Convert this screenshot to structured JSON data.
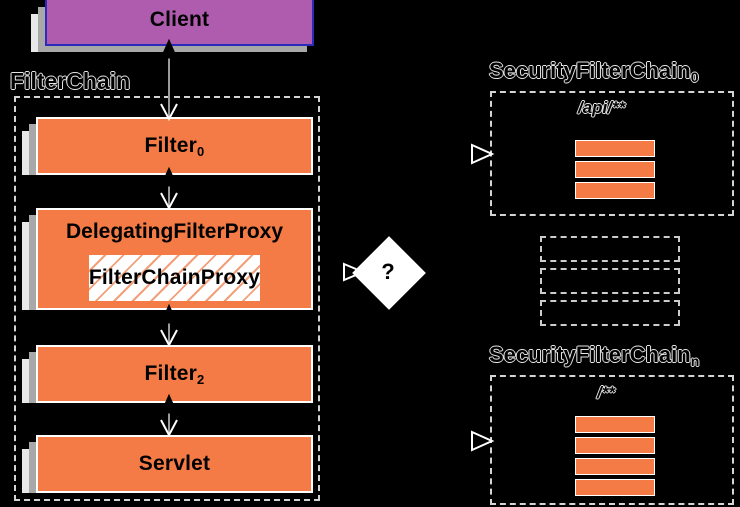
{
  "diagram": {
    "title": "Spring Security FilterChain / SecurityFilterChain mapping",
    "colors": {
      "background": "#000000",
      "client_fill": "#b05cae",
      "client_border": "#2b2bbb",
      "filter_fill": "#f47b45",
      "filter_border": "#ffffff",
      "shadow_mid": "#a8a8a8",
      "shadow_back": "#e8e8e8",
      "dashed_border": "#d4d4d4",
      "hatch_line": "#f3a07a",
      "diamond_fill": "#ffffff",
      "text": "#000000",
      "outline_text_stroke": "#e6e6e6"
    }
  },
  "left": {
    "client": {
      "label": "Client"
    },
    "container_label": "FilterChain",
    "nodes": [
      {
        "label": "Filter",
        "subscript": "0"
      },
      {
        "label": "DelegatingFilterProxy",
        "subscript": "",
        "inner_label": "FilterChainProxy"
      },
      {
        "label": "Filter",
        "subscript": "2"
      },
      {
        "label": "Servlet",
        "subscript": ""
      }
    ]
  },
  "middle": {
    "decision_label": "?"
  },
  "right": {
    "chains": [
      {
        "title": "SecurityFilterChain",
        "title_subscript": "0",
        "pattern": "/api/**",
        "filter_count": 3
      },
      {
        "title": "SecurityFilterChain",
        "title_subscript": "n",
        "pattern": "/**",
        "filter_count": 4
      }
    ],
    "ellipsis_rows": 3
  }
}
